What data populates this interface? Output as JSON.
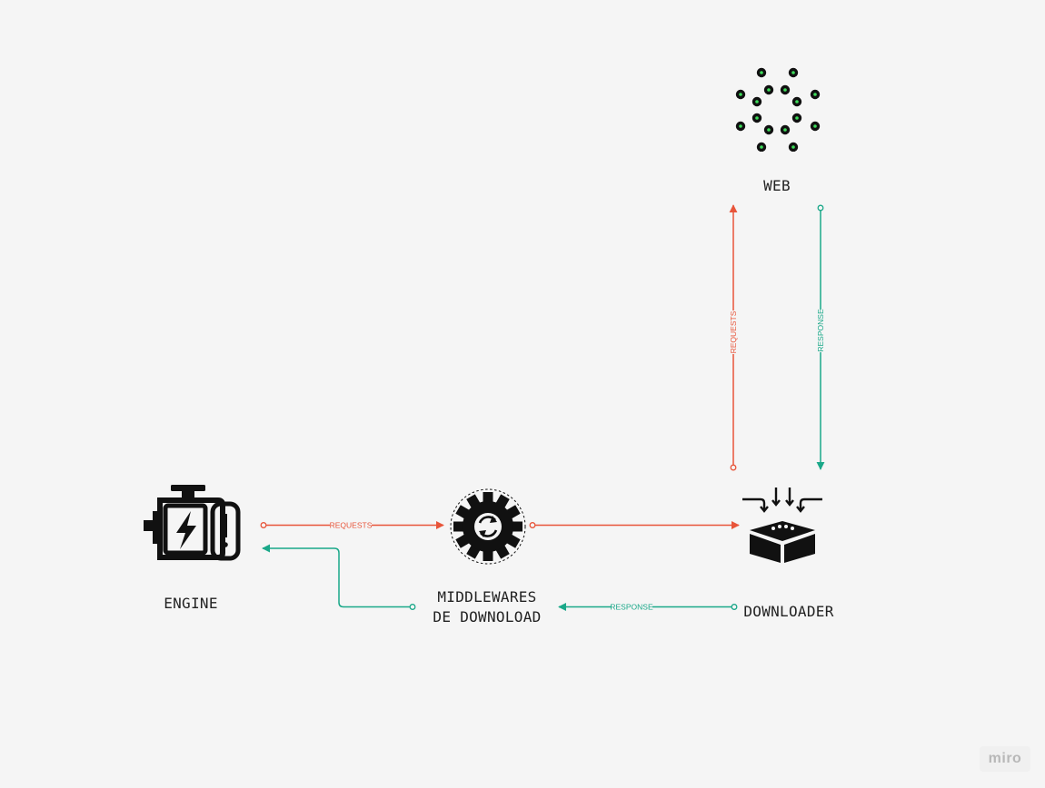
{
  "nodes": {
    "engine": {
      "label": "ENGINE"
    },
    "middlewares": {
      "label_line1": "MIDDLEWARES",
      "label_line2": "DE DOWNOLOAD"
    },
    "downloader": {
      "label": "DOWNLOADER"
    },
    "web": {
      "label": "WEB"
    }
  },
  "edges": {
    "engine_to_middlewares": {
      "label": "REQUESTS"
    },
    "downloader_to_web": {
      "label": "REQUESTS"
    },
    "web_to_downloader": {
      "label": "RESPONSE"
    },
    "downloader_to_middlewares": {
      "label": "RESPONSE"
    }
  },
  "colors": {
    "request": "#e8553a",
    "response": "#1aa889",
    "icon": "#111111",
    "accent_dots": "#3ddc5a",
    "background": "#f5f5f5"
  },
  "icons": {
    "engine": "engine-battery-icon",
    "middlewares": "gear-sync-icon",
    "downloader": "box-download-icon",
    "web": "dot-network-icon"
  },
  "watermark": {
    "text": "miro"
  }
}
